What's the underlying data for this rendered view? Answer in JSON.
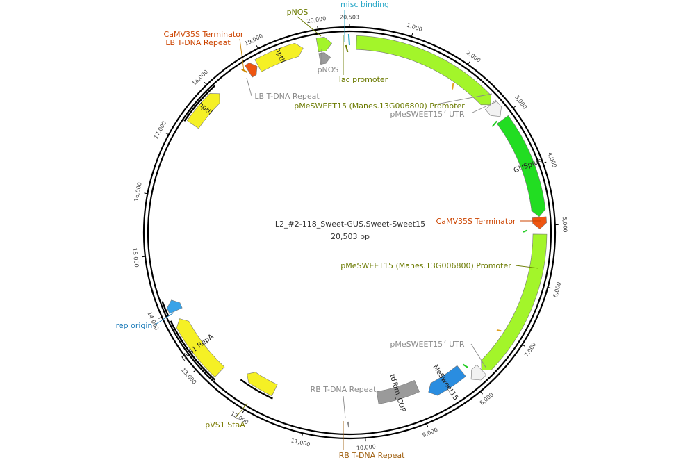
{
  "plasmid": {
    "name": "L2_#2-118_Sweet-GUS,Sweet-Sweet15",
    "length": "20,503 bp",
    "length_bp": 20503
  },
  "ticks": [
    {
      "bp": 1000,
      "label": "1,000"
    },
    {
      "bp": 2000,
      "label": "2,000"
    },
    {
      "bp": 3000,
      "label": "3,000"
    },
    {
      "bp": 4000,
      "label": "4,000"
    },
    {
      "bp": 5000,
      "label": "5,000"
    },
    {
      "bp": 6000,
      "label": "6,000"
    },
    {
      "bp": 7000,
      "label": "7,000"
    },
    {
      "bp": 8000,
      "label": "8,000"
    },
    {
      "bp": 9000,
      "label": "9,000"
    },
    {
      "bp": 10000,
      "label": "10,000"
    },
    {
      "bp": 11000,
      "label": "11,000"
    },
    {
      "bp": 12000,
      "label": "12,000"
    },
    {
      "bp": 13000,
      "label": "13,000"
    },
    {
      "bp": 14000,
      "label": "14,000"
    },
    {
      "bp": 15000,
      "label": "15,000"
    },
    {
      "bp": 16000,
      "label": "16,000"
    },
    {
      "bp": 17000,
      "label": "17,000"
    },
    {
      "bp": 18000,
      "label": "18,000"
    },
    {
      "bp": 19000,
      "label": "19,000"
    },
    {
      "bp": 20000,
      "label": "20,000"
    },
    {
      "bp": 20503,
      "label": "20,503"
    }
  ],
  "features": [
    {
      "id": "pMeSWEET15-promoter-1",
      "start": 120,
      "end": 2720,
      "color": "#a3f52a",
      "arrow": true,
      "label": "pMeSWEET15 (Manes.13G006800) Promoter",
      "labelColor": "#6b7a00",
      "inside": ""
    },
    {
      "id": "pMeSWEET15-utr-1",
      "start": 2720,
      "end": 2980,
      "color": "#f2f2f2",
      "arrow": true,
      "label": "pMeSWEET15´ UTR",
      "labelColor": "#8a8a8a",
      "inside": ""
    },
    {
      "id": "GUSplus",
      "start": 3050,
      "end": 4850,
      "color": "#22dd22",
      "arrow": true,
      "label": "",
      "labelColor": "",
      "inside": "GUSplus"
    },
    {
      "id": "CaMV35S-terminator-1",
      "start": 4860,
      "end": 5060,
      "color": "#ee5511",
      "arrow": true,
      "label": "CaMV35S Terminator",
      "labelColor": "#cc4400",
      "inside": ""
    },
    {
      "id": "pMeSWEET15-promoter-2",
      "start": 5150,
      "end": 7750,
      "color": "#a3f52a",
      "arrow": true,
      "label": "pMeSWEET15 (Manes.13G006800) Promoter",
      "labelColor": "#6b7a00",
      "inside": ""
    },
    {
      "id": "pMeSWEET15-utr-2",
      "start": 7750,
      "end": 7990,
      "color": "#f2f2f2",
      "arrow": true,
      "label": "pMeSWEET15´ UTR",
      "labelColor": "#8a8a8a",
      "inside": ""
    },
    {
      "id": "MeSweet15",
      "start": 8030,
      "end": 8750,
      "color": "#2a8de0",
      "arrow": true,
      "label": "",
      "labelColor": "",
      "inside": "MeSweet15"
    },
    {
      "id": "tdTom-COP",
      "start": 8900,
      "end": 9700,
      "color": "#9a9a9a",
      "arrow": false,
      "label": "",
      "labelColor": "",
      "inside": "tdTom_COP"
    },
    {
      "id": "pVS1-StaA",
      "start": 11700,
      "end": 12300,
      "color": "#f5f025",
      "arrow": true,
      "label": "pVS1 StaA",
      "labelColor": "#7a7a00",
      "inside": ""
    },
    {
      "id": "pVS1-RepA",
      "start": 12700,
      "end": 13850,
      "color": "#f5f025",
      "arrow": true,
      "label": "",
      "labelColor": "",
      "inside": "pVS1 RepA"
    },
    {
      "id": "rep-origin",
      "start": 14000,
      "end": 14200,
      "color": "#3aa3e8",
      "arrow": true,
      "label": "rep origin",
      "labelColor": "#1a7ab8",
      "inside": ""
    },
    {
      "id": "hptII-1",
      "start": 17350,
      "end": 18050,
      "color": "#f5f025",
      "arrow": true,
      "label": "",
      "labelColor": "",
      "inside": "hptII"
    },
    {
      "id": "CaMV35S-terminator-2",
      "start": 18680,
      "end": 18850,
      "color": "#ee5511",
      "arrow": true,
      "label": "CaMV35S Terminator",
      "labelColor": "#cc4400",
      "inside": ""
    },
    {
      "id": "hptII-2",
      "start": 18870,
      "end": 19700,
      "color": "#f5f025",
      "arrow": true,
      "label": "",
      "labelColor": "",
      "inside": "hptII"
    },
    {
      "id": "pNOS-1",
      "start": 19950,
      "end": 20200,
      "color": "#a3f52a",
      "arrow": true,
      "label": "pNOS",
      "labelColor": "#6b7a00",
      "inside": ""
    },
    {
      "id": "pNOS-2",
      "start": 19950,
      "end": 20150,
      "color": "#9a9a9a",
      "arrow": true,
      "label": "pNOS",
      "labelColor": "#8a8a8a",
      "inside": ""
    }
  ],
  "labels": {
    "misc_binding": "misc binding",
    "lac_promoter": "lac promoter",
    "lb_repeat_outer": "LB T-DNA Repeat",
    "lb_repeat_inner": "LB T-DNA Repeat",
    "rb_repeat_inner": "RB T-DNA Repeat",
    "rb_repeat_outer": "RB T-DNA Repeat"
  },
  "colors": {
    "backbone": "#000000",
    "green_label": "#6b7a00",
    "grey_label": "#8a8a8a",
    "orange_label": "#cc4400",
    "cyan_label": "#2aa8c8",
    "blue_label": "#1a7ab8",
    "rb_label": "#a06010"
  }
}
